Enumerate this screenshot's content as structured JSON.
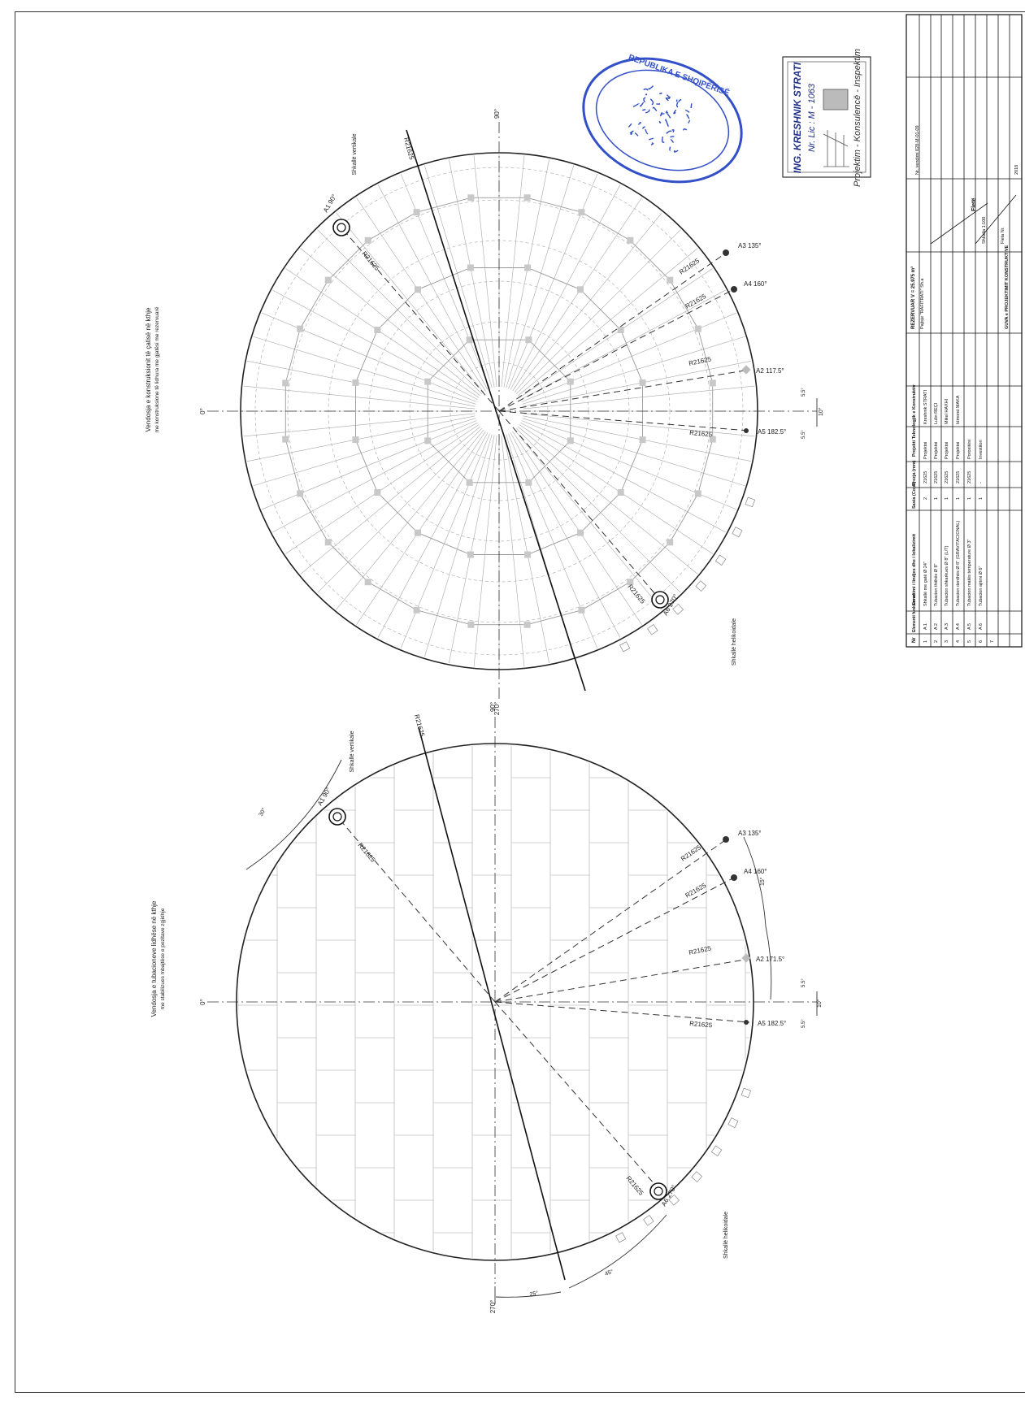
{
  "sheet": {
    "colors": {
      "line": "#222222",
      "grid": "#9a9a9a",
      "stamp": "#2f4fc4"
    }
  },
  "drawing_bottom": {
    "title_line1": "Vendosja e tubacioneve lidhëse në kthje",
    "title_line2": "me stabilizues mbajtëse e pozitave zgjidhje",
    "angle_0": "0°",
    "angle_90": "90°",
    "angle_270": "270°",
    "dim_a": "R21625",
    "dim_b": "R21625",
    "dim_c": "R21625",
    "dim_d": "R21625",
    "dim_e": "R21625",
    "nozzle_a3": "A3 135°",
    "nozzle_a4": "A4 160°",
    "nozzle_a2": "A2 171.5°",
    "nozzle_a5": "A5 182.5°",
    "nozzle_a1_top": "A1 90°",
    "nozzle_a1_bottom": "A6 270°",
    "stair_vertical": "Shkallë vertikale",
    "stair_helical": "Shkallë helikoidale",
    "arc_1": "30°",
    "arc_2": "45°",
    "arc_3": "25°",
    "arc_4": "15°",
    "arc_5": "10°",
    "small_1": "5.5°",
    "small_2": "5.5°"
  },
  "drawing_top": {
    "title_line1": "Vendosja e konstruksionit të çatisë në kthje",
    "title_line2": "me konstruksione të lidhura me gjatësi me rezervuarë",
    "angle_0": "0°",
    "angle_90": "90°",
    "angle_270": "270°",
    "dim_a": "R21625",
    "dim_b": "R21625",
    "dim_c": "R21625",
    "dim_d": "R21625",
    "dim_e": "R21625",
    "nozzle_a3": "A3 135°",
    "nozzle_a4": "A4 160°",
    "nozzle_a2": "A2 117.5°",
    "nozzle_a5": "A5 182.5°",
    "nozzle_top": "A1 90°",
    "nozzle_bottom": "A6 270°",
    "stair_vertical": "Shkallë vertikale",
    "stair_helical": "Shkallë helikoidale",
    "small_1": "5.5°",
    "small_2": "5.5°",
    "small_3": "10°"
  },
  "engineer_stamp": {
    "name": "ING. KRESHNIK STRATI",
    "license": "Nr. Lic : M - 1063",
    "services": "Projektim - Konsulencë - Inspektim"
  },
  "round_stamp": {
    "text": "REPUBLIKA E SHQIPËRISË"
  },
  "title_block": {
    "col_nr": "Nr",
    "col_elem": "Elementi funksional",
    "col_desc": "Emertimi i lindjes dhe i lokalizimit",
    "col_count": "Sasia (Copë)",
    "col_size": "Rrezja (mm)",
    "rows": [
      {
        "nr": "1",
        "code": "A 1",
        "desc": "Shkallë me gatë Ø 24\"",
        "qty": "2",
        "size": "21625"
      },
      {
        "nr": "2",
        "code": "A 2",
        "desc": "Tubacion thithës Ø 8\"",
        "qty": "1",
        "size": "21625"
      },
      {
        "nr": "3",
        "code": "A 3",
        "desc": "Tubacion shkarkues Ø 8\" (L/T)",
        "qty": "1",
        "size": "21625"
      },
      {
        "nr": "4",
        "code": "A 4",
        "desc": "Tubacion derdhës Ø 8\" (GRAVITACIONAL)",
        "qty": "1",
        "size": "21625"
      },
      {
        "nr": "5",
        "code": "A 5",
        "desc": "Tubacion matës temperature Ø 3\"",
        "qty": "1",
        "size": "21625"
      },
      {
        "nr": "6",
        "code": "A 6",
        "desc": "Tubacion ajrimi Ø 6\"",
        "qty": "1",
        "size": "-"
      },
      {
        "nr": "7",
        "code": "",
        "desc": "",
        "qty": "",
        "size": ""
      }
    ],
    "role_header": "Projekti Teknologjik e Konstruktiv",
    "roles": [
      {
        "role": "Projektoi",
        "name": "Kreshnik STRATI"
      },
      {
        "role": "Projektoi",
        "name": "Lulin REÇI"
      },
      {
        "role": "Projektoi",
        "name": "Mikel HAXHI"
      },
      {
        "role": "Projektoi",
        "name": "Idmond MAKA"
      },
      {
        "role": "Porositësi",
        "name": ""
      },
      {
        "role": "Investitori",
        "name": ""
      }
    ],
    "project_title": "REZERVUAR V = 25.975 m³",
    "client": "Pajisje \"RAFITRATI\" Sh.a",
    "scale": "Shkalla 1:100",
    "sheet_no": "Fleta Nr.",
    "doc_code": "Nr. vendimi 028-M-01-09",
    "label_fleta": "Fletë",
    "project_name": "GUVA e PROJEKTIMIT KONSTRUKTIVE",
    "date": "2018"
  }
}
